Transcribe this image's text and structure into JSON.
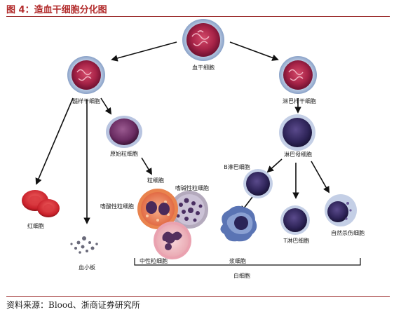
{
  "header": {
    "title": "图 4：造血干细胞分化图"
  },
  "footer": {
    "source": "资料来源：Blood、浙商证券研究所"
  },
  "diagram": {
    "labels": {
      "hsc": "血干细胞",
      "myeloid_stem": "髓样干细胞",
      "lymphoid_stem": "淋巴样干细胞",
      "myeloblast": "原始粒细胞",
      "granulocyte": "粒细胞",
      "basophil": "嗜碱性粒细胞",
      "eosinophil": "嗜酸性粒细胞",
      "neutrophil": "中性粒细胞",
      "red_cell": "红细胞",
      "platelet": "血小板",
      "lymphoblast": "淋巴母细胞",
      "b_cell": "B淋巴细胞",
      "plasma_cell": "浆细胞",
      "t_cell": "T淋巴细胞",
      "nk_cell": "自然杀伤细胞",
      "white_cell": "白细胞"
    }
  }
}
